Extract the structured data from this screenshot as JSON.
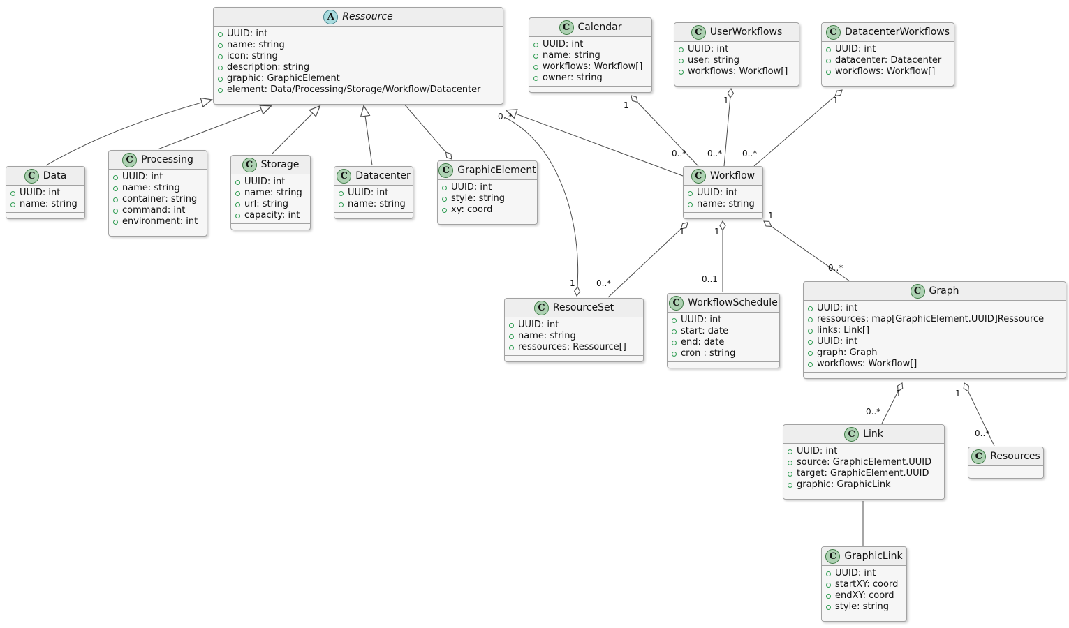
{
  "diagram": {
    "type": "uml-class-diagram",
    "colors": {
      "box_body": "#f6f6f6",
      "box_header": "#eeeeee",
      "box_border": "#a2a2a2",
      "edge_line": "#4d4d4d",
      "class_circle_fill": "#ADD1B2",
      "class_circle_border": "#3d7a44",
      "abstract_circle_fill": "#A9DCDF",
      "attribute_circle": "#2f9c52"
    },
    "classes": [
      {
        "id": "ressource",
        "kind": "abstract",
        "letter": "A",
        "name": "Ressource",
        "attributes": [
          "UUID: int",
          "name: string",
          "icon: string",
          "description: string",
          "graphic: GraphicElement",
          "element: Data/Processing/Storage/Workflow/Datacenter"
        ]
      },
      {
        "id": "calendar",
        "kind": "class",
        "letter": "C",
        "name": "Calendar",
        "attributes": [
          "UUID: int",
          "name: string",
          "workflows: Workflow[]",
          "owner: string"
        ]
      },
      {
        "id": "user-workflows",
        "kind": "class",
        "letter": "C",
        "name": "UserWorkflows",
        "attributes": [
          "UUID: int",
          "user: string",
          "workflows: Workflow[]"
        ]
      },
      {
        "id": "datacenter-workflows",
        "kind": "class",
        "letter": "C",
        "name": "DatacenterWorkflows",
        "attributes": [
          "UUID: int",
          "datacenter: Datacenter",
          "workflows: Workflow[]"
        ]
      },
      {
        "id": "data",
        "kind": "class",
        "letter": "C",
        "name": "Data",
        "attributes": [
          "UUID: int",
          "name: string"
        ]
      },
      {
        "id": "processing",
        "kind": "class",
        "letter": "C",
        "name": "Processing",
        "attributes": [
          "UUID: int",
          "name: string",
          "container: string",
          "command: int",
          "environment: int"
        ]
      },
      {
        "id": "storage",
        "kind": "class",
        "letter": "C",
        "name": "Storage",
        "attributes": [
          "UUID: int",
          "name: string",
          "url: string",
          "capacity: int"
        ]
      },
      {
        "id": "datacenter",
        "kind": "class",
        "letter": "C",
        "name": "Datacenter",
        "attributes": [
          "UUID: int",
          "name: string"
        ]
      },
      {
        "id": "graphic-element",
        "kind": "class",
        "letter": "C",
        "name": "GraphicElement",
        "attributes": [
          "UUID: int",
          "style: string",
          "xy: coord"
        ]
      },
      {
        "id": "workflow",
        "kind": "class",
        "letter": "C",
        "name": "Workflow",
        "attributes": [
          "UUID: int",
          "name: string"
        ]
      },
      {
        "id": "resource-set",
        "kind": "class",
        "letter": "C",
        "name": "ResourceSet",
        "attributes": [
          "UUID: int",
          "name: string",
          "ressources: Ressource[]"
        ]
      },
      {
        "id": "workflow-schedule",
        "kind": "class",
        "letter": "C",
        "name": "WorkflowSchedule",
        "attributes": [
          "UUID: int",
          "start: date",
          "end: date",
          "cron : string"
        ]
      },
      {
        "id": "graph",
        "kind": "class",
        "letter": "C",
        "name": "Graph",
        "attributes": [
          "UUID: int",
          "ressources: map[GraphicElement.UUID]Ressource",
          "links: Link[]",
          "UUID: int",
          "graph: Graph",
          "workflows: Workflow[]"
        ]
      },
      {
        "id": "link",
        "kind": "class",
        "letter": "C",
        "name": "Link",
        "attributes": [
          "UUID: int",
          "source: GraphicElement.UUID",
          "target: GraphicElement.UUID",
          "graphic: GraphicLink"
        ]
      },
      {
        "id": "resources",
        "kind": "class",
        "letter": "C",
        "name": "Resources",
        "attributes": []
      },
      {
        "id": "graphic-link",
        "kind": "class",
        "letter": "C",
        "name": "GraphicLink",
        "attributes": [
          "UUID: int",
          "startXY: coord",
          "endXY: coord",
          "style: string"
        ]
      }
    ],
    "relationships": [
      {
        "from": "Data",
        "to": "Ressource",
        "type": "generalization"
      },
      {
        "from": "Processing",
        "to": "Ressource",
        "type": "generalization"
      },
      {
        "from": "Storage",
        "to": "Ressource",
        "type": "generalization"
      },
      {
        "from": "Datacenter",
        "to": "Ressource",
        "type": "generalization"
      },
      {
        "from": "Workflow",
        "to": "Ressource",
        "type": "generalization"
      },
      {
        "from": "Ressource",
        "to": "GraphicElement",
        "type": "aggregation",
        "diamond_end": "GraphicElement"
      },
      {
        "from": "ResourceSet",
        "to": "Ressource",
        "type": "aggregation",
        "diamond_end": "ResourceSet",
        "mult_diamond": "1",
        "mult_other": "0..*"
      },
      {
        "from": "Calendar",
        "to": "Workflow",
        "type": "aggregation",
        "diamond_end": "Calendar",
        "mult_diamond": "1",
        "mult_other": "0..*"
      },
      {
        "from": "UserWorkflows",
        "to": "Workflow",
        "type": "aggregation",
        "diamond_end": "UserWorkflows",
        "mult_diamond": "1",
        "mult_other": "0..*"
      },
      {
        "from": "DatacenterWorkflows",
        "to": "Workflow",
        "type": "aggregation",
        "diamond_end": "DatacenterWorkflows",
        "mult_diamond": "1",
        "mult_other": "0..*"
      },
      {
        "from": "Workflow",
        "to": "ResourceSet",
        "type": "aggregation",
        "diamond_end": "Workflow",
        "mult_diamond": "1",
        "mult_other": "0..*"
      },
      {
        "from": "Workflow",
        "to": "WorkflowSchedule",
        "type": "aggregation",
        "diamond_end": "Workflow",
        "mult_diamond": "1",
        "mult_other": "0..1"
      },
      {
        "from": "Workflow",
        "to": "Graph",
        "type": "aggregation",
        "diamond_end": "Workflow",
        "mult_diamond": "1",
        "mult_other": "0..*"
      },
      {
        "from": "Graph",
        "to": "Link",
        "type": "aggregation",
        "diamond_end": "Graph",
        "mult_diamond": "1",
        "mult_other": "0..*"
      },
      {
        "from": "Graph",
        "to": "Resources",
        "type": "aggregation",
        "diamond_end": "Graph",
        "mult_diamond": "1",
        "mult_other": "0..*"
      },
      {
        "from": "Link",
        "to": "GraphicLink",
        "type": "association"
      }
    ],
    "edge_labels": [
      {
        "text": "0..*"
      },
      {
        "text": "1"
      },
      {
        "text": "0..*"
      },
      {
        "text": "1"
      },
      {
        "text": "0..*"
      },
      {
        "text": "1"
      },
      {
        "text": "0..*"
      },
      {
        "text": "1"
      },
      {
        "text": "0..*"
      },
      {
        "text": "1"
      },
      {
        "text": "0..1"
      },
      {
        "text": "1"
      },
      {
        "text": "1"
      },
      {
        "text": "0..*"
      },
      {
        "text": "1"
      },
      {
        "text": "0..*"
      },
      {
        "text": "1"
      },
      {
        "text": "0..*"
      }
    ]
  }
}
